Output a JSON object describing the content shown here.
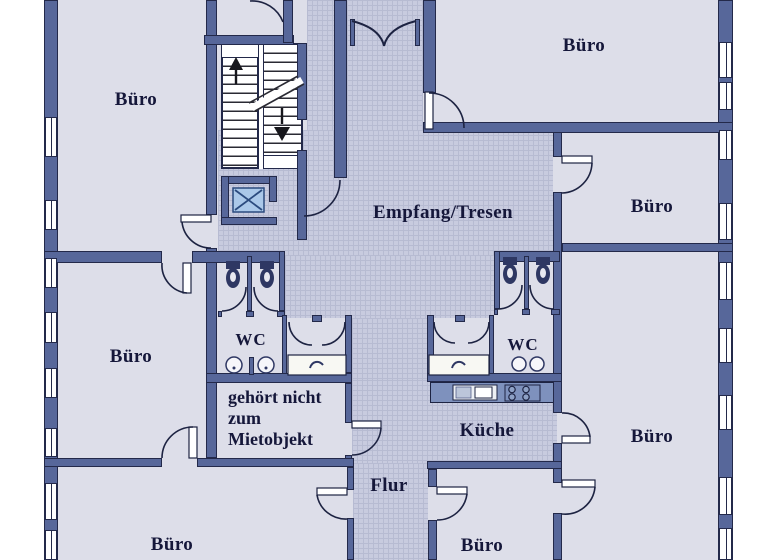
{
  "plan": {
    "type": "floor-plan",
    "language": "de"
  },
  "rooms": {
    "buero_top_left": {
      "label": "Büro"
    },
    "buero_top_right": {
      "label": "Büro"
    },
    "buero_mid_right": {
      "label": "Büro"
    },
    "buero_mid_left": {
      "label": "Büro"
    },
    "buero_right": {
      "label": "Büro"
    },
    "buero_bottom_left": {
      "label": "Büro"
    },
    "buero_bottom_center": {
      "label": "Büro"
    },
    "empfang": {
      "label": "Empfang/Tresen"
    },
    "wc_left": {
      "label": "WC"
    },
    "wc_right": {
      "label": "WC"
    },
    "kueche": {
      "label": "Küche"
    },
    "flur": {
      "label": "Flur"
    },
    "not_rented": {
      "line1": "gehört nicht",
      "line2": "zum",
      "line3": "Mietobjekt"
    }
  },
  "fixtures": {
    "staircase": "stairs-icon",
    "elevator": "elevator-icon",
    "toilet": "toilet-icon",
    "sink": "sink-icon",
    "stove": "stove-icon",
    "kitchen_counter": "counter-icon",
    "entrance": "double-door-icon",
    "door": "door-arc-icon",
    "window": "window-icon"
  },
  "colors": {
    "wall": "#57679a",
    "room_fill": "#dddee9",
    "common_area_fill": "#c8cbdf",
    "hatch_line": "#b7bbd2",
    "elevator_car": "#abc8e9",
    "kitchen_counter": "#7e91bd",
    "label_text": "#15173a"
  }
}
